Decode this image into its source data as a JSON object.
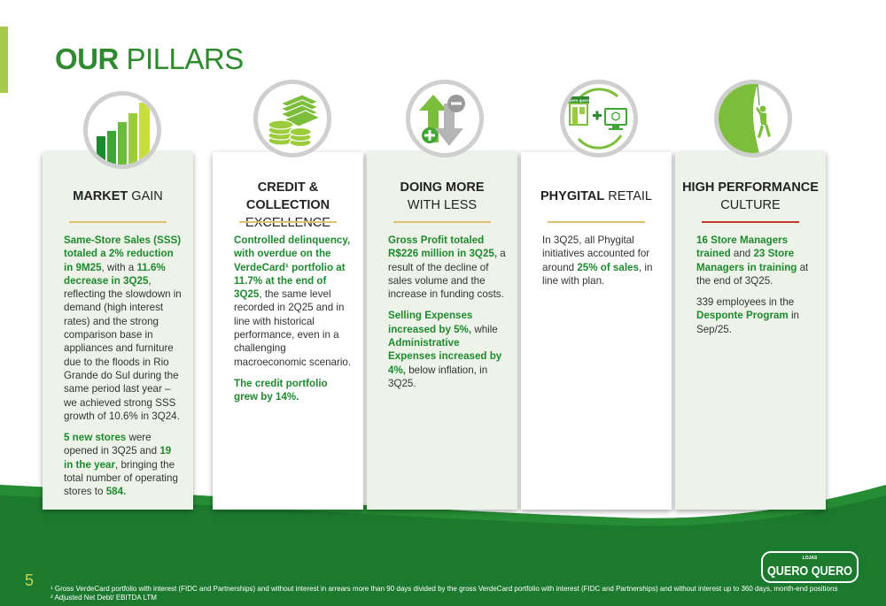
{
  "page": {
    "title_bold": "OUR",
    "title_light": "PILLARS",
    "page_number": "5"
  },
  "colors": {
    "brand_green": "#2e8a2e",
    "light_green": "#a7c94a",
    "dark_green": "#1c7a2f",
    "card_shade": "#eef3ea",
    "divider_gold": "#e0c070",
    "divider_red": "#c0392b"
  },
  "pillars": [
    {
      "icon": "bar-chart-icon",
      "title_bold": "MARKET",
      "title_light": "GAIN",
      "paragraphs": [
        [
          {
            "t": "Same-Store Sales (SSS) totaled a 2% reduction in 9M25",
            "b": true
          },
          {
            "t": ", with a ",
            "b": false
          },
          {
            "t": "11.6% decrease in 3Q25",
            "b": true
          },
          {
            "t": ", reflecting the slowdown in demand (high interest rates) and the strong comparison base in appliances and furniture due to the floods in Rio Grande do Sul during the same period last year – we achieved strong SSS growth of 10.6% in 3Q24.",
            "b": false
          }
        ],
        [
          {
            "t": "5 new stores",
            "b": true
          },
          {
            "t": " were opened in 3Q25 and ",
            "b": false
          },
          {
            "t": "19 in the year",
            "b": true
          },
          {
            "t": ", bringing the total number of operating stores to ",
            "b": false
          },
          {
            "t": "584.",
            "b": true
          }
        ]
      ]
    },
    {
      "icon": "money-stack-icon",
      "title_bold": "CREDIT & COLLECTION",
      "title_light": "EXCELLENCE",
      "paragraphs": [
        [
          {
            "t": "Controlled delinquency, with overdue on the VerdeCard¹ portfolio at 11.7% at the end of 3Q25",
            "b": true
          },
          {
            "t": ", the same level recorded in 2Q25 and in line with historical performance, even in a challenging macroeconomic scenario.",
            "b": false
          }
        ],
        [
          {
            "t": "The credit portfolio grew by 14%.",
            "b": true
          }
        ]
      ]
    },
    {
      "icon": "up-down-arrows-icon",
      "title_bold": "DOING MORE",
      "title_light": "WITH LESS",
      "paragraphs": [
        [
          {
            "t": "Gross Profit totaled R$226 million in 3Q25,",
            "b": true
          },
          {
            "t": " a result of the decline of sales volume and the increase in funding costs.",
            "b": false
          }
        ],
        [
          {
            "t": "Selling Expenses increased by 5%,",
            "b": true
          },
          {
            "t": " while ",
            "b": false
          },
          {
            "t": "Administrative Expenses increased by 4%,",
            "b": true
          },
          {
            "t": " below inflation, in 3Q25.",
            "b": false
          }
        ]
      ]
    },
    {
      "icon": "store-plus-computer-icon",
      "title_bold": "PHYGITAL",
      "title_light": "RETAIL",
      "paragraphs": [
        [
          {
            "t": "In 3Q25, all Phygital initiatives accounted for around ",
            "b": false
          },
          {
            "t": "25% of sales",
            "b": true
          },
          {
            "t": ", in line with plan.",
            "b": false
          }
        ]
      ]
    },
    {
      "icon": "climber-icon",
      "title_bold": "HIGH PERFORMANCE",
      "title_light": "CULTURE",
      "paragraphs": [
        [
          {
            "t": "16 Store Managers trained",
            "b": true
          },
          {
            "t": " and ",
            "b": false
          },
          {
            "t": "23 Store Managers in training",
            "b": true
          },
          {
            "t": " at the end of 3Q25.",
            "b": false
          }
        ],
        [
          {
            "t": "339 employees in the ",
            "b": false
          },
          {
            "t": "Desponte Program",
            "b": true
          },
          {
            "t": " in Sep/25.",
            "b": false
          }
        ]
      ]
    }
  ],
  "footnotes": [
    "¹ Gross VerdeCard portfolio with interest (FIDC and Partnerships) and without interest in arrears more than 90 days divided by the gross VerdeCard portfolio with interest (FIDC and Partnerships) and without interest up to 360 days, month-end positions",
    "² Adjusted Net Debt/ EBITDA LTM"
  ],
  "logo": {
    "top_text": "LOJAS",
    "main_text": "QUERO QUERO"
  },
  "icon_texts": {
    "store_sign": "quero quero"
  }
}
